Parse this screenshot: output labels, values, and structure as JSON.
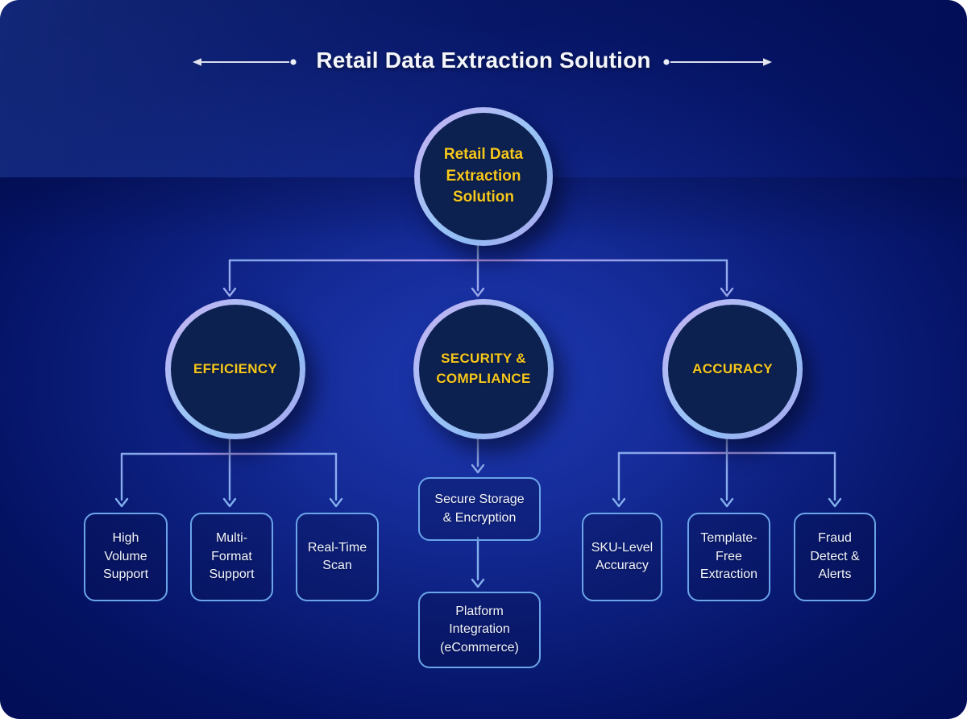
{
  "title": "Retail Data Extraction Solution",
  "root": {
    "label": "Retail Data Extraction Solution"
  },
  "branches": [
    {
      "label": "EFFICIENCY",
      "children": [
        "High Volume Support",
        "Multi-Format Support",
        "Real-Time Scan"
      ]
    },
    {
      "label": "SECURITY & COMPLIANCE",
      "children": [
        "Secure Storage & Encryption",
        "Platform Integration (eCommerce)"
      ]
    },
    {
      "label": "ACCURACY",
      "children": [
        "SKU-Level Accuracy",
        "Template-Free Extraction",
        "Fraud Detect & Alerts"
      ]
    }
  ],
  "colors": {
    "background_center": "#1d38b0",
    "background_edge": "#020e57",
    "node_fill": "#0d2150",
    "node_border_blue": "#96c2f5",
    "node_border_purple": "#c7abf1",
    "accent_yellow": "#f6c71d",
    "box_border_blue": "#6aa4e9",
    "connector_blue": "#7fa9ea",
    "connector_purple": "#b793e9",
    "text_white": "#f2f5fc",
    "title_decoration": "#e2e5f0"
  }
}
